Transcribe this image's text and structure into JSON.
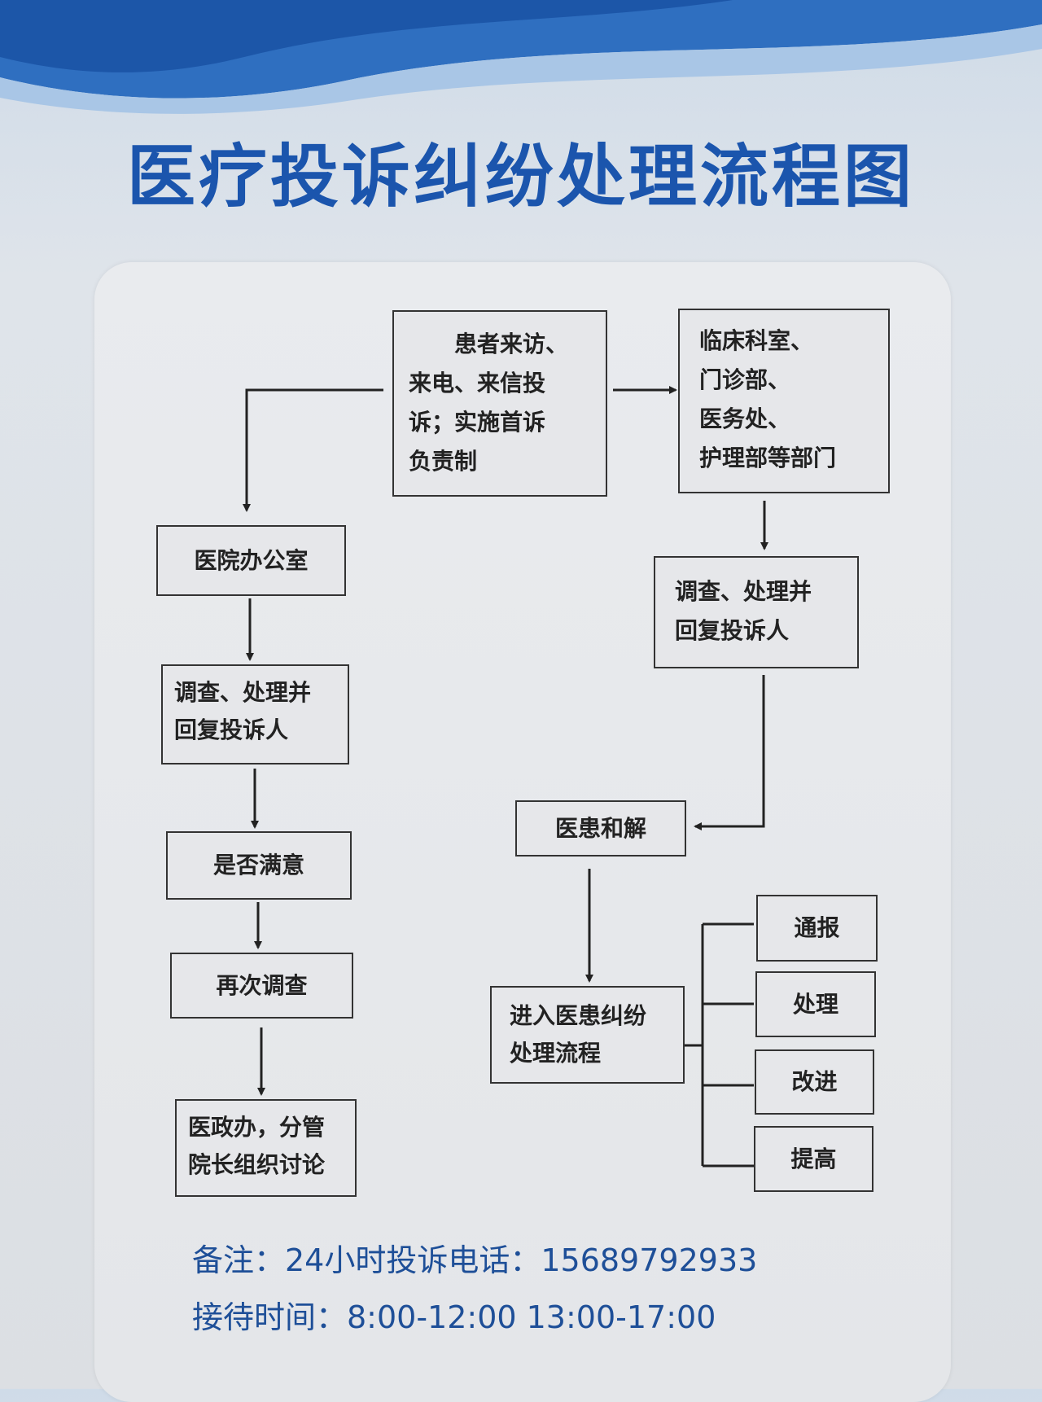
{
  "title": "医疗投诉纠纷处理流程图",
  "colors": {
    "title": "#1b55ad",
    "footer": "#1e4f98",
    "line": "#222222"
  },
  "flow": {
    "start": [
      "患者来访、",
      "来电、来信投",
      "诉；实施首诉",
      "负责制"
    ],
    "departments": [
      "临床科室、",
      "门诊部、",
      "医务处、",
      "护理部等部门"
    ],
    "left": {
      "office": "医院办公室",
      "investigate": [
        "调查、处理并",
        "回复投诉人"
      ],
      "satisfied": "是否满意",
      "reinvestigate": "再次调查",
      "discussion": [
        "医政办，分管",
        "院长组织讨论"
      ]
    },
    "right": {
      "investigate": [
        "调查、处理并",
        "回复投诉人"
      ],
      "reconcile": "医患和解",
      "dispute": [
        "进入医患纠纷",
        "处理流程"
      ],
      "outcomes": [
        "通报",
        "处理",
        "改进",
        "提高"
      ]
    }
  },
  "footer": {
    "hotline": "备注：24小时投诉电话：15689792933",
    "hours": "接待时间：8:00-12:00  13:00-17:00"
  }
}
